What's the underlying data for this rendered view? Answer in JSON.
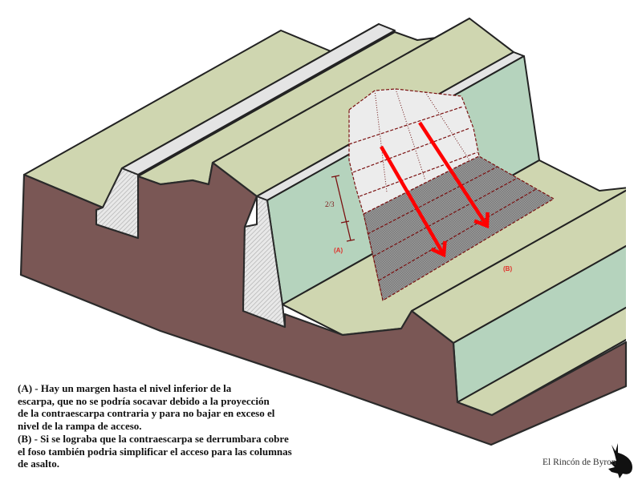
{
  "diagram": {
    "labels": {
      "ratio": "2/3",
      "a": "(A)",
      "b": "(B)"
    },
    "notes": [
      "(A) - Hay un margen hasta el nivel inferior de la",
      "escarpa, que no se podría socavar debido a la proyección",
      "de la contraescarpa contraria y para no bajar en exceso el",
      "nivel de la rampa de acceso.",
      "(B) - Si se lograba que la contraescarpa se derrumbara cobre",
      "el foso también podria simplificar el acceso para las columnas",
      "de asalto."
    ],
    "logo": "El Rincón de Byron",
    "colors": {
      "earth": "#7a5755",
      "grass": "#cfd6b0",
      "slope": "#b5d3bd",
      "masonry": "#e4e4e4",
      "ramp_light": "#ececec",
      "ramp_dark": "#8f8f8f",
      "annotation": "#7a1010",
      "arrow": "#ff0000"
    }
  }
}
